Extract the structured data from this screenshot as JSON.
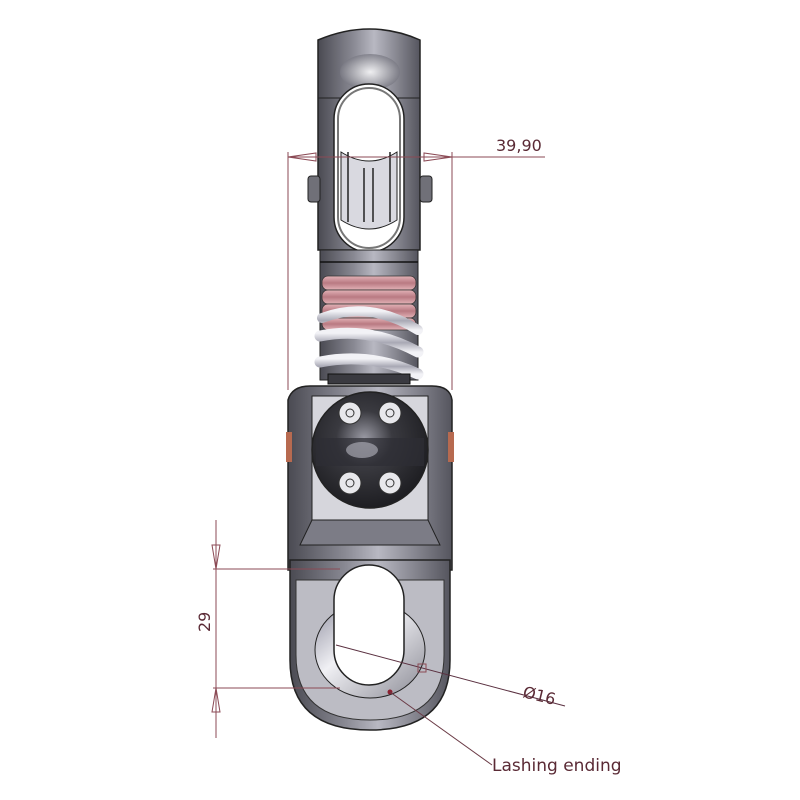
{
  "drawing": {
    "subject": "swivel block with sheave, spring and lashing eye",
    "line_color": "#8b4a55",
    "body_color": "#6e6e78",
    "highlight_color": "#d8d8e0",
    "spring_color": "#c98a92"
  },
  "dimensions": {
    "width": {
      "value": "39,90",
      "orientation": "horizontal"
    },
    "eye_length": {
      "value": "29",
      "orientation": "vertical"
    },
    "eye_diameter": {
      "value": "Ø16",
      "orientation": "diagonal"
    }
  },
  "callouts": {
    "lashing": {
      "label": "Lashing ending"
    }
  }
}
